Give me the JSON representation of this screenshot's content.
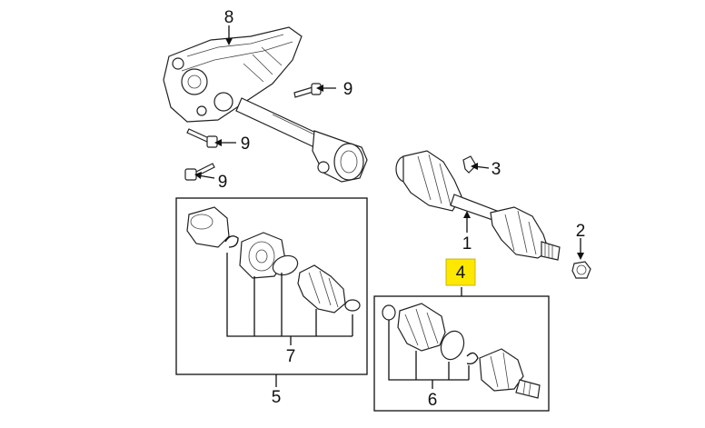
{
  "callouts": {
    "c1": "1",
    "c2": "2",
    "c3": "3",
    "c4": "4",
    "c5": "5",
    "c6": "6",
    "c7": "7",
    "c8": "8",
    "c9a": "9",
    "c9b": "9",
    "c9c": "9"
  },
  "colors": {
    "highlight": "#ffe800",
    "line": "#111111",
    "background": "#ffffff"
  }
}
